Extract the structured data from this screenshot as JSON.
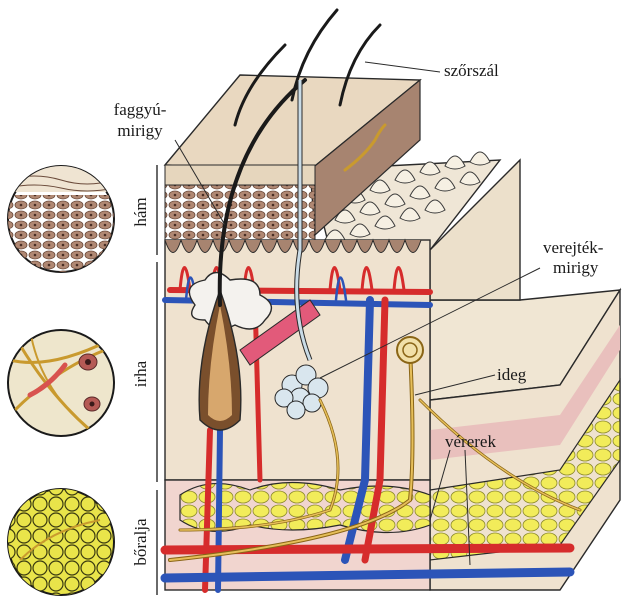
{
  "labels": {
    "hair": "szőrszál",
    "sebaceous_gland_1": "faggyú-",
    "sebaceous_gland_2": "mirigy",
    "sweat_gland_1": "verejték-",
    "sweat_gland_2": "mirigy",
    "nerve": "ideg",
    "blood_vessels": "vérerek",
    "epidermis": "hám",
    "dermis": "irha",
    "hypodermis": "bőralja"
  },
  "colors": {
    "epidermis": "#e8d7c0",
    "epidermis_cells": "#a07f6c",
    "dermis": "#efe2cf",
    "fat": "#f2ec5a",
    "artery": "#d62c2c",
    "vein": "#2c54b8",
    "nerve": "#c99a2e",
    "outline": "#2a2a2a",
    "hypodermis_base": "#f1d5cf"
  },
  "icons": [
    "epidermis-cells-inset-icon",
    "dermis-fibers-inset-icon",
    "fat-tissue-inset-icon"
  ]
}
